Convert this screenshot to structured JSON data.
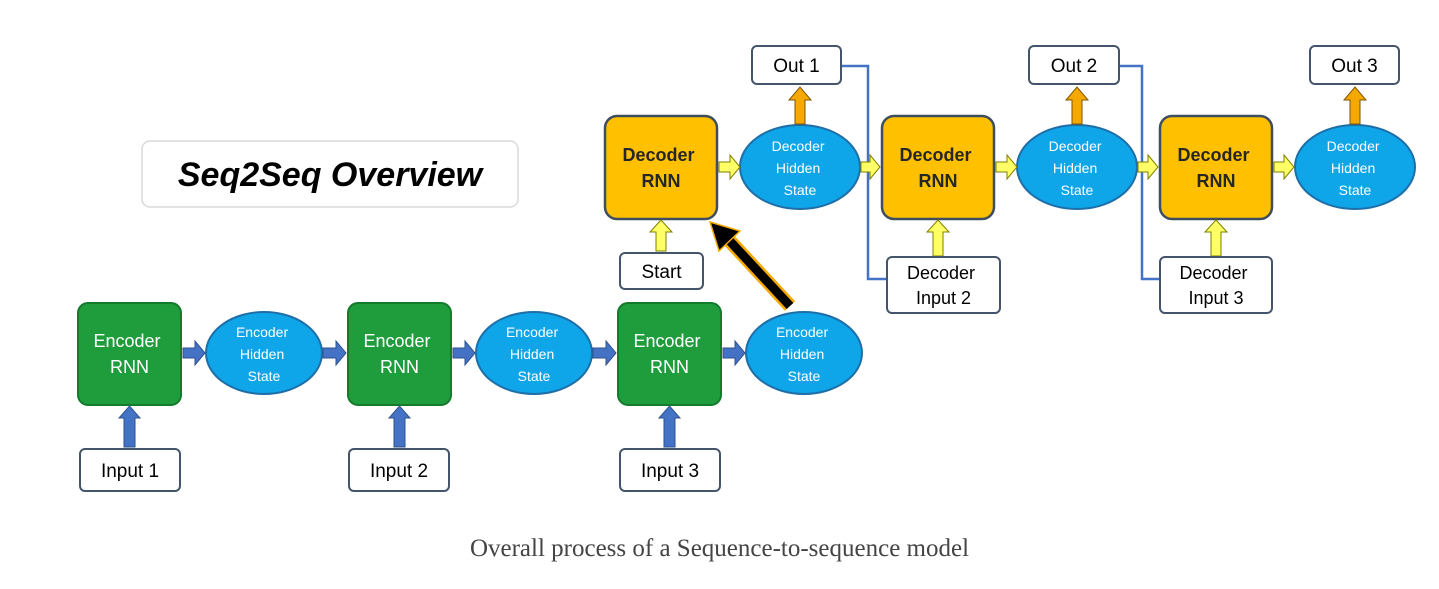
{
  "title": "Seq2Seq Overview",
  "caption": "Overall process of a Sequence-to-sequence model",
  "colors": {
    "encoder": "#1f9c3c",
    "encoder_border": "#147a2c",
    "hidden": "#0ea5e9",
    "hidden_border": "#1e6fa8",
    "decoder": "#ffc000",
    "decoder_border": "#3f4e5e",
    "blue_arrow": "#4472c4",
    "yellow_arrow": "#ffff66",
    "orange_arrow": "#f5a800",
    "box_border": "#44546a",
    "line": "#4472c4"
  },
  "encoder": {
    "rnn_label": [
      "Encoder",
      "RNN"
    ],
    "hidden_label": [
      "Encoder",
      "Hidden",
      "State"
    ],
    "inputs": [
      "Input 1",
      "Input 2",
      "Input 3"
    ]
  },
  "decoder": {
    "rnn_label": [
      "Decoder",
      "RNN"
    ],
    "hidden_label": [
      "Decoder",
      "Hidden",
      "State"
    ],
    "start": "Start",
    "inputs": [
      [
        "Decoder",
        "Input 2"
      ],
      [
        "Decoder",
        "Input 3"
      ]
    ],
    "outputs": [
      "Out 1",
      "Out 2",
      "Out 3"
    ]
  }
}
